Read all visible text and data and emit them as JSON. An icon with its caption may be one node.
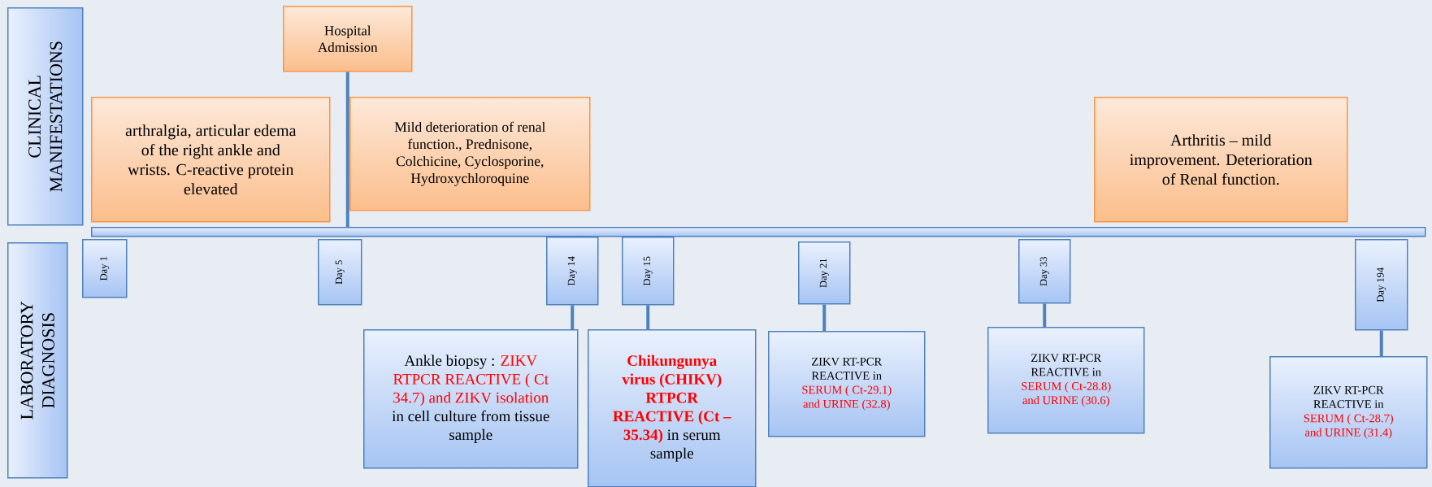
{
  "diagram": {
    "nodes": [
      {
        "text": [
          "CLINICAL MANIFESTATIONS"
        ]
      },
      {
        "text": [
          "Hospital Admission"
        ]
      },
      {
        "text": [
          "arthralgia, articular edema of the right ankle and wrists. C-reactive protein elevated"
        ]
      },
      {
        "text": [
          "Mild deterioration of renal function., Prednisone, Colchicine, Cyclosporine, Hydroxychloroquine"
        ]
      },
      {
        "text": [
          "Arthritis – mild improvement. Deterioration of Renal function."
        ]
      },
      {
        "text": [],
        "shape": "bar"
      },
      {
        "text": [
          "LABORATORY DIAGNOSIS"
        ]
      },
      {
        "text": [
          "Day 1"
        ]
      },
      {
        "text": [
          "Day 5"
        ]
      },
      {
        "text": [
          "Day 14"
        ]
      },
      {
        "text": [
          "Day 15"
        ]
      },
      {
        "text": [
          "Day 21"
        ]
      },
      {
        "text": [
          "Day 33"
        ]
      },
      {
        "text": [
          "Day 194"
        ]
      },
      {
        "text": [
          "Ankle biopsy :",
          "ZIKV RTPCR REACTIVE ( Ct 34.7) and ZIKV isolation",
          "in cell culture from tissue sample"
        ]
      },
      {
        "text": [
          "Chikungunya virus (CHIKV) RTPCR REACTIVE (Ct – 35.34)",
          "in serum sample"
        ]
      },
      {
        "text": [
          "ZIKV RT-PCR REACTIVE in",
          "SERUM ( Ct-29.1) and URINE (32.8)"
        ]
      },
      {
        "text": [
          "ZIKV RT-PCR REACTIVE in",
          "SERUM ( Ct-28.8) and URINE (30.6)"
        ]
      },
      {
        "text": [
          "ZIKV RT-PCR REACTIVE in",
          "SERUM ( Ct-28.7) and URINE (31.4)"
        ]
      }
    ],
    "edges": [
      {
        "from": 1,
        "to": 5,
        "arrow": "none"
      },
      {
        "from": 9,
        "to": 14,
        "arrow": "none"
      },
      {
        "from": 10,
        "to": 15,
        "arrow": "none"
      },
      {
        "from": 11,
        "to": 16,
        "arrow": "none"
      },
      {
        "from": 12,
        "to": 17,
        "arrow": "none"
      },
      {
        "from": 13,
        "to": 18,
        "arrow": "none"
      }
    ]
  }
}
